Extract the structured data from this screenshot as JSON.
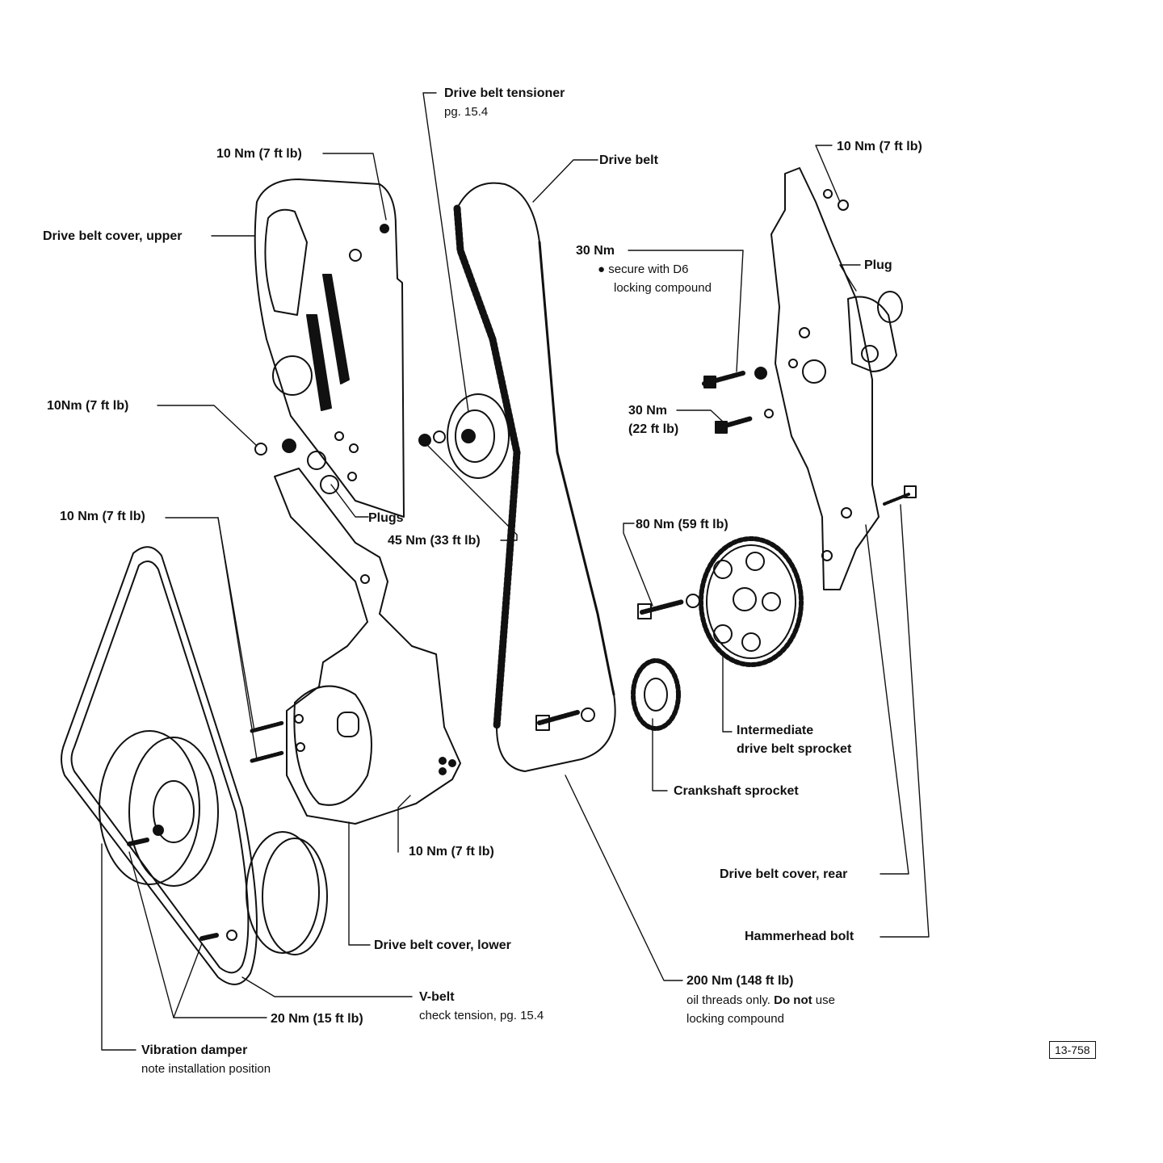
{
  "diagram": {
    "labels": {
      "tensioner_title": "Drive belt tensioner",
      "tensioner_sub": "pg. 15.4",
      "drive_belt": "Drive belt",
      "upper_torque": "10 Nm (7 ft lb)",
      "cover_upper": "Drive belt cover, upper",
      "rear_torque_top": "10 Nm (7 ft lb)",
      "plug_right": "Plug",
      "d6_torque": "30 Nm",
      "d6_note_line1": "secure with D6",
      "d6_note_line2": "locking compound",
      "left_nut_torque": "10Nm (7 ft lb)",
      "stud_torque_line1": "30 Nm",
      "stud_torque_line2": "(22 ft lb)",
      "plugs": "Plugs",
      "tensioner_nut_torque": "45 Nm (33 ft lb)",
      "lower_bolts_torque": "10 Nm (7 ft lb)",
      "inter_bolt_torque": "80 Nm (59 ft lb)",
      "intermediate_line1": "Intermediate",
      "intermediate_line2": "drive belt sprocket",
      "crank_sprocket": "Crankshaft sprocket",
      "lower_cover_torque": "10 Nm (7 ft lb)",
      "cover_rear": "Drive belt cover, rear",
      "hammerhead": "Hammerhead bolt",
      "cover_lower": "Drive belt cover, lower",
      "crank_bolt_torque": "200 Nm (148 ft lb)",
      "crank_bolt_note_a": "oil threads only. ",
      "crank_bolt_note_b": "Do not",
      "crank_bolt_note_c": " use",
      "crank_bolt_note_line2": "locking compound",
      "vbelt_title": "V-belt",
      "vbelt_sub": "check tension, pg. 15.4",
      "damper_torque": "20 Nm (15 ft lb)",
      "damper_title": "Vibration damper",
      "damper_sub": "note installation position"
    },
    "figure_number": "13-758"
  }
}
